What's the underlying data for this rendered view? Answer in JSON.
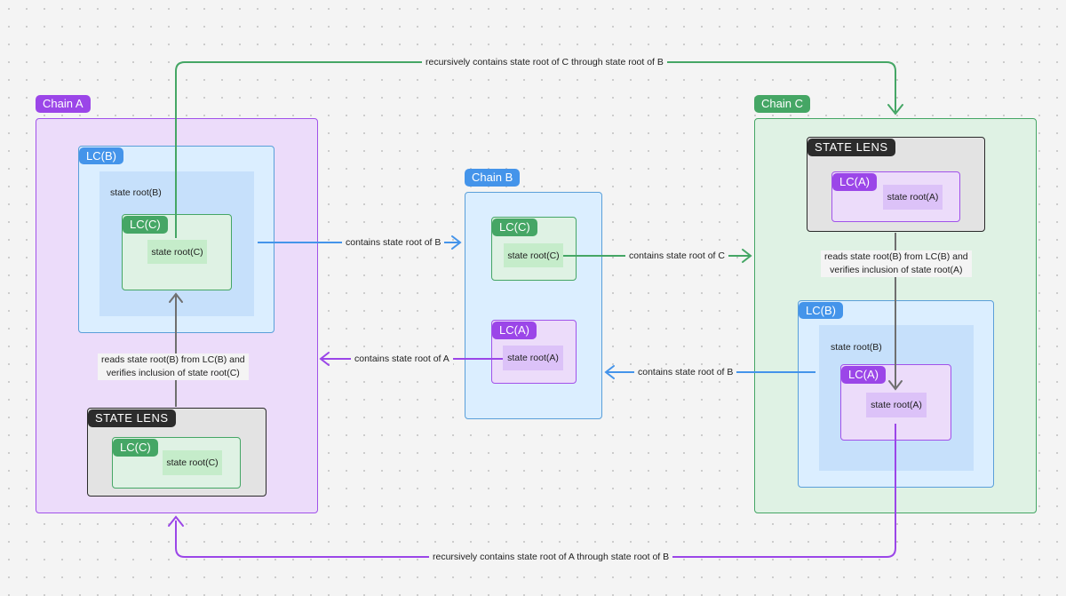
{
  "colors": {
    "purple": "#9b46e8",
    "blue": "#4494ea",
    "green": "#45a665",
    "gray": "#6f6f6f",
    "dark": "#2c2c2c"
  },
  "chain_a": {
    "label": "Chain A",
    "lc_b": {
      "label": "LC(B)",
      "state_root_b": "state root(B)",
      "lc_c": {
        "label": "LC(C)",
        "state_root": "state root(C)"
      }
    },
    "reads_label": [
      "reads state root(B) from LC(B) and",
      "verifies inclusion of state root(C)"
    ],
    "state_lens": {
      "label": "STATE LENS",
      "lc_c": {
        "label": "LC(C)",
        "state_root": "state root(C)"
      }
    }
  },
  "chain_b": {
    "label": "Chain B",
    "lc_c": {
      "label": "LC(C)",
      "state_root": "state root(C)"
    },
    "lc_a": {
      "label": "LC(A)",
      "state_root": "state root(A)"
    }
  },
  "chain_c": {
    "label": "Chain C",
    "state_lens": {
      "label": "STATE LENS",
      "lc_a": {
        "label": "LC(A)",
        "state_root": "state root(A)"
      }
    },
    "reads_label": [
      "reads state root(B) from LC(B) and",
      "verifies inclusion of state root(A)"
    ],
    "lc_b": {
      "label": "LC(B)",
      "state_root_b": "state root(B)",
      "lc_a": {
        "label": "LC(A)",
        "state_root": "state root(A)"
      }
    }
  },
  "arrows": {
    "top": "recursively contains state root of C through state root of B",
    "bottom": "recursively contains state root of A through state root of B",
    "a_to_b": "contains state root of B",
    "b_to_c": "contains state root of C",
    "b_to_a": "contains state root of A",
    "c_to_b": "contains state root of B"
  }
}
